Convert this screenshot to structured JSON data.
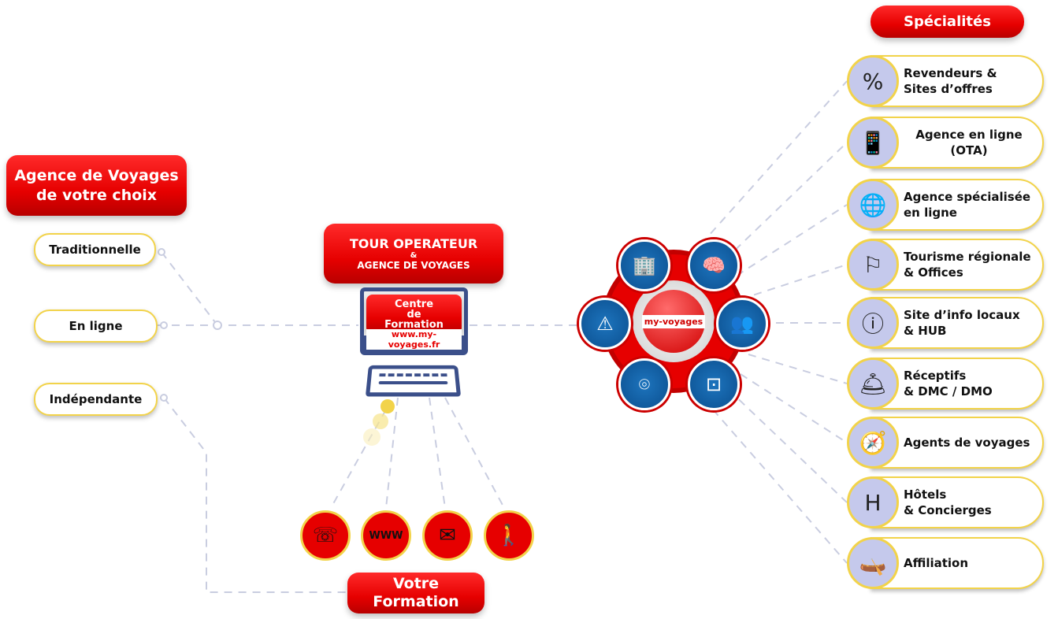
{
  "left": {
    "title_lines": [
      "Agence de Voyages",
      "de votre choix"
    ],
    "items": [
      "Traditionnelle",
      "En ligne",
      "Indépendante"
    ]
  },
  "center": {
    "to_line1": "TOUR OPERATEUR",
    "to_amp": "&",
    "to_line2": "AGENCE DE VOYAGES",
    "screen_lines": [
      "Centre",
      "de",
      "Formation"
    ],
    "url": "www.my-voyages.fr",
    "formation_lines": [
      "Votre",
      "Formation"
    ],
    "formation_icons": [
      "phone-icon",
      "www-icon",
      "mail-icon",
      "walking-icon"
    ]
  },
  "hub": {
    "label": "my-voyages",
    "icons": [
      "building-icon",
      "brain-icon",
      "road-sign-icon",
      "users-icon",
      "location-pin-icon",
      "teacher-icon"
    ]
  },
  "right": {
    "title": "Spécialités",
    "items": [
      {
        "l1": "Revendeurs &",
        "l2": "Sites d’offres",
        "icon": "ticket-percent-icon"
      },
      {
        "l1": "Agence en ligne",
        "l2": "(OTA)",
        "icon": "mobile-flight-icon"
      },
      {
        "l1": "Agence spécialisée",
        "l2": "en ligne",
        "icon": "globe-user-icon"
      },
      {
        "l1": "Tourisme régionale",
        "l2": "& Offices",
        "icon": "flag-icon"
      },
      {
        "l1": "Site d’info locaux",
        "l2": "& HUB",
        "icon": "info-icon"
      },
      {
        "l1": "Réceptifs",
        "l2": "& DMC / DMO",
        "icon": "reception-icon"
      },
      {
        "l1": "Agents de voyages",
        "l2": "",
        "icon": "traveler-icon"
      },
      {
        "l1": "Hôtels",
        "l2": "& Concierges",
        "icon": "hotel-icon"
      },
      {
        "l1": "Affiliation",
        "l2": "",
        "icon": "kayak-icon"
      }
    ]
  },
  "colors": {
    "red": "#e60000",
    "yellow": "#f2d34a",
    "blue": "#0b4f8f",
    "lavender": "#c5c9ec"
  }
}
